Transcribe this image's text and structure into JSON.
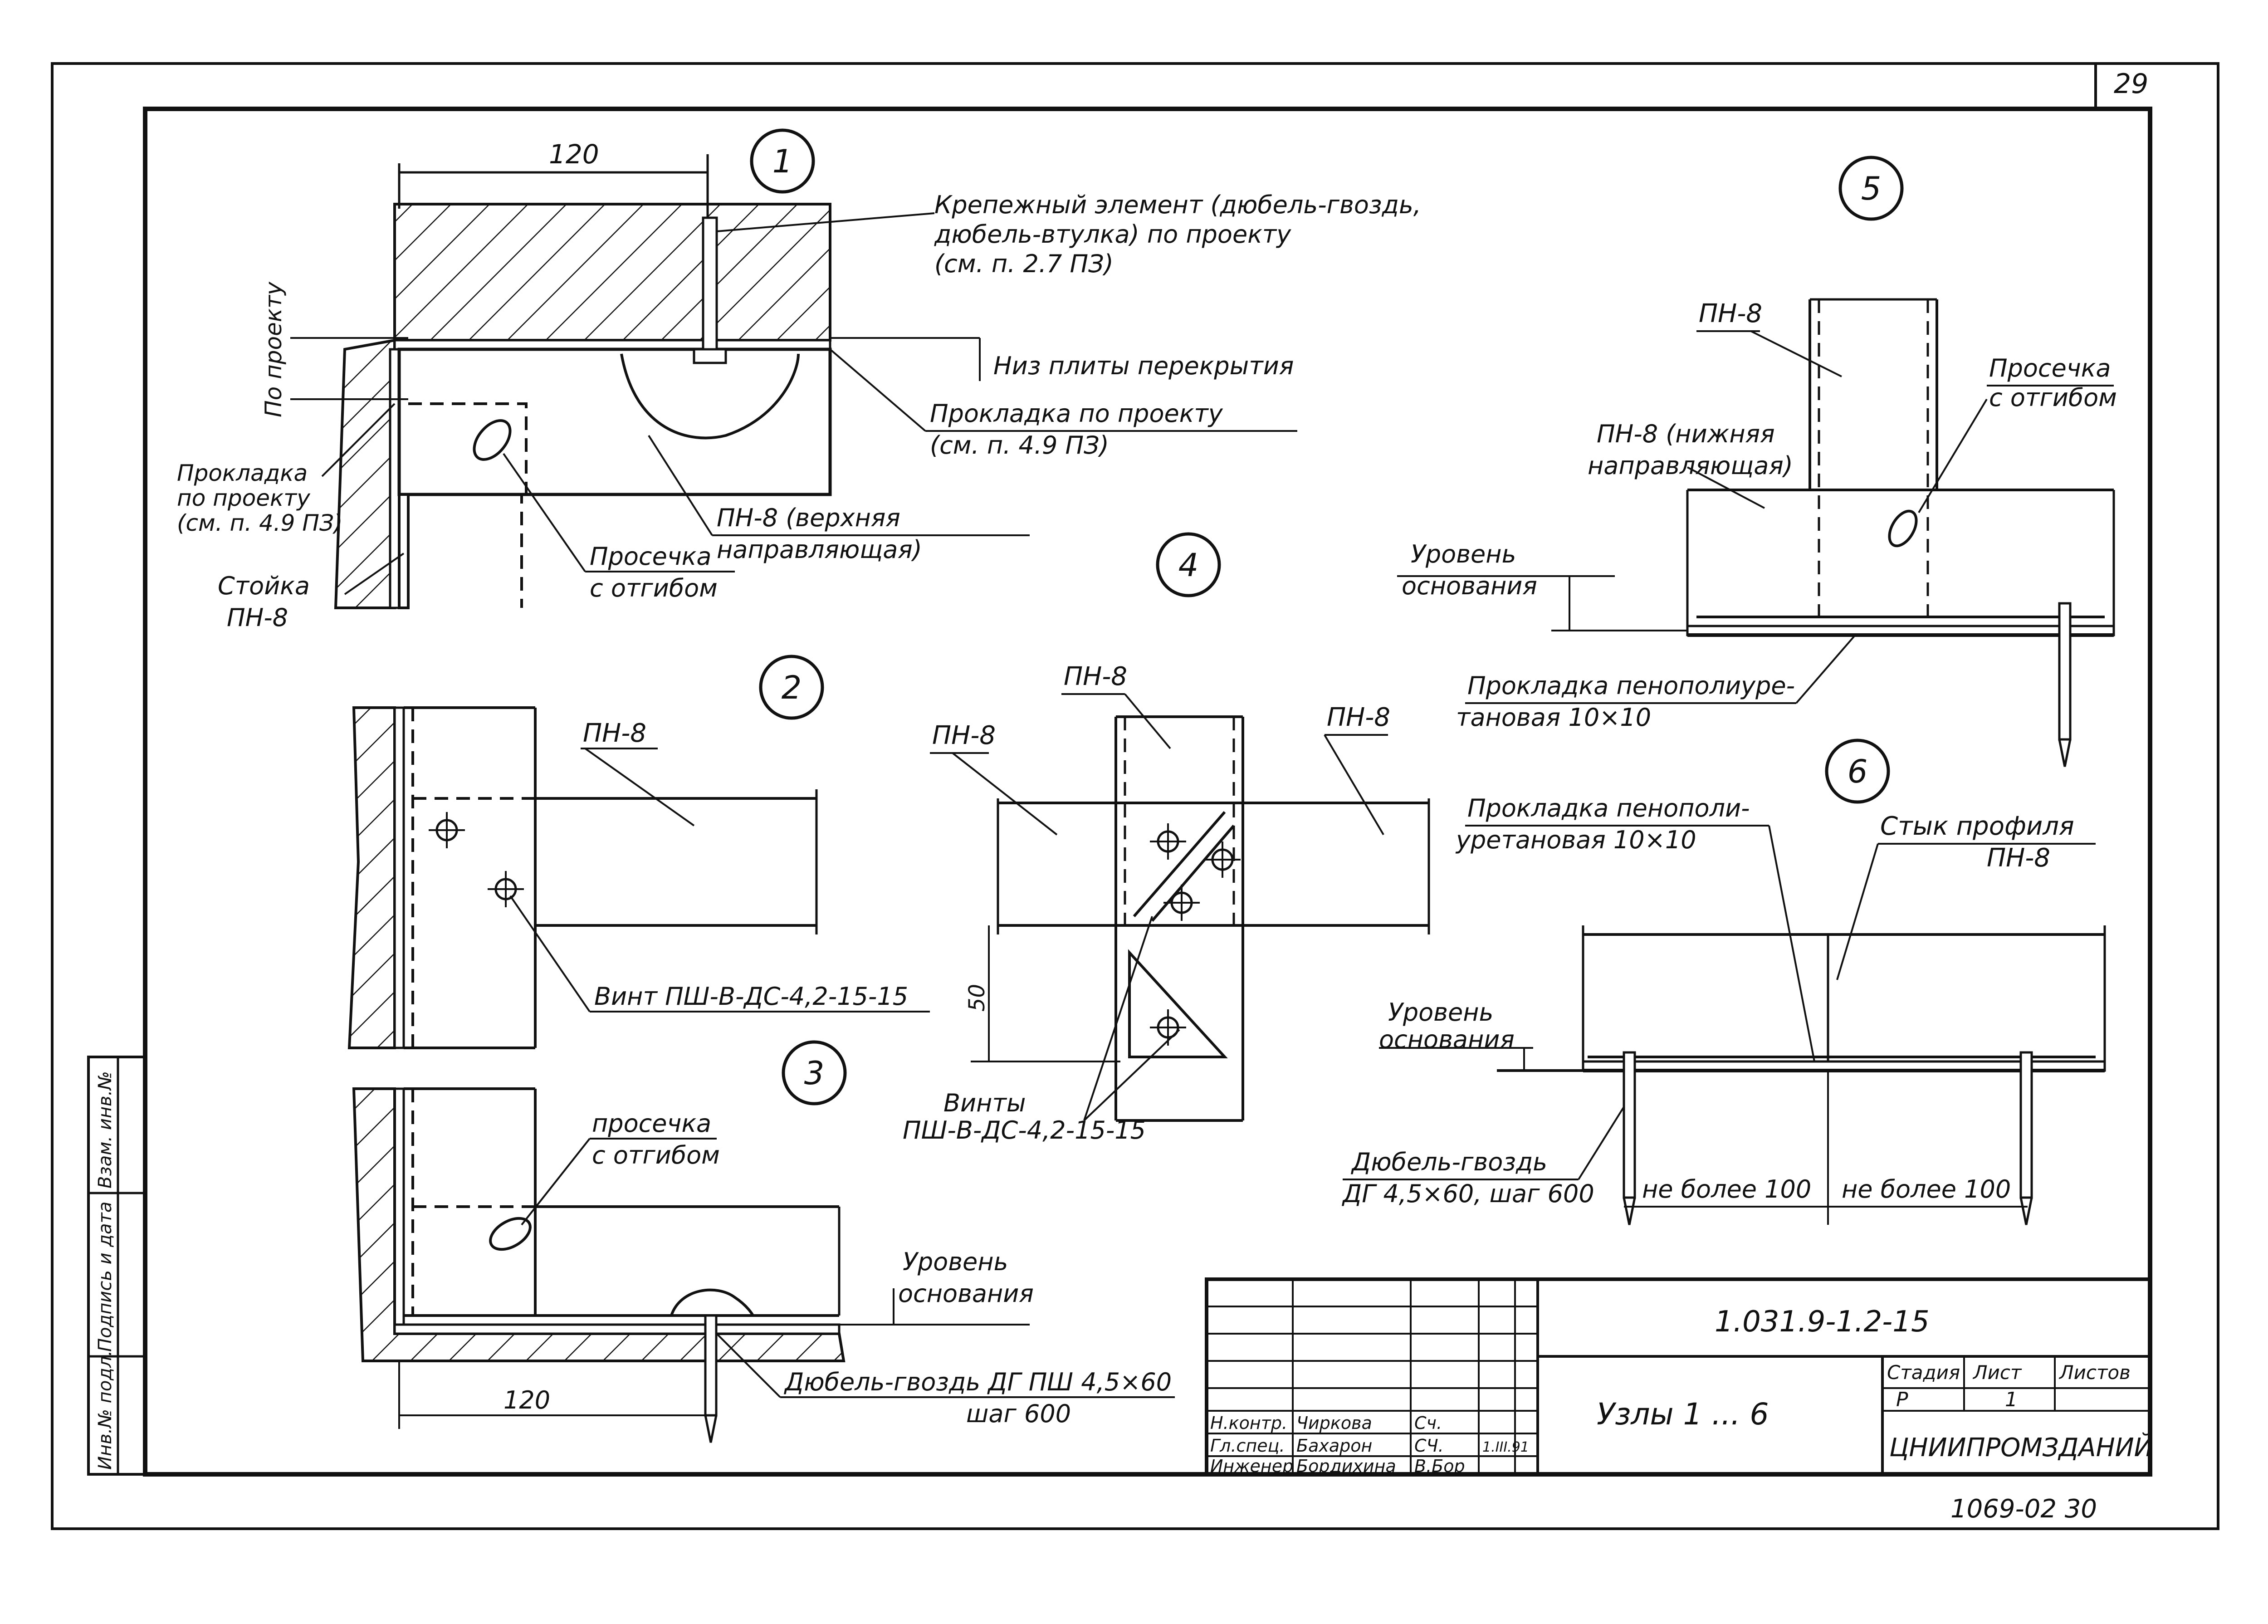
{
  "sheet": {
    "page_number": "29",
    "bottom_code": "1069-02 30",
    "side_stamp": [
      "Инв.№ подл.",
      "Подпись и дата",
      "Взам. инв.№"
    ]
  },
  "node_labels": [
    "1",
    "2",
    "3",
    "4",
    "5",
    "6"
  ],
  "node1": {
    "dim_top": "120",
    "fastener": [
      "Крепежный элемент (дюбель-гвоздь,",
      "дюбель-втулка) по проекту",
      "(см. п. 2.7 ПЗ)"
    ],
    "slab_bottom": "Низ плиты перекрытия",
    "gasket_top": [
      "Прокладка по проекту",
      "(см. п. 4.9 ПЗ)"
    ],
    "gasket_side": [
      "Прокладка",
      "по проекту",
      "(см. п. 4.9 ПЗ)"
    ],
    "dim_side": "По проекту",
    "upper_guide": [
      "ПН-8 (верхняя",
      "направляющая)"
    ],
    "notch": [
      "Просечка",
      "с отгибом"
    ],
    "post": [
      "Стойка",
      "ПН-8"
    ]
  },
  "node2": {
    "profile": "ПН-8",
    "screw": "Винт ПШ-В-ДС-4,2-15-15"
  },
  "node3": {
    "notch": [
      "просечка",
      "с отгибом"
    ],
    "base_level": [
      "Уровень",
      "основания"
    ],
    "dowel": [
      "Дюбель-гвоздь ДГ ПШ 4,5×60",
      "шаг 600"
    ],
    "dim_bottom": "120"
  },
  "node4": {
    "profile_top": "ПН-8",
    "profile_left": "ПН-8",
    "profile_right": "ПН-8",
    "dim": "50",
    "screws": [
      "Винты",
      "ПШ-В-ДС-4,2-15-15"
    ]
  },
  "node5": {
    "profile_top": "ПН-8",
    "lower_guide": [
      "ПН-8 (нижняя",
      "направляющая)"
    ],
    "notch": [
      "Просечка",
      "с отгибом"
    ],
    "base_level": [
      "Уровень",
      "основания"
    ],
    "gasket": [
      "Прокладка пенополиуре-",
      "тановая 10×10"
    ]
  },
  "node6": {
    "gasket": [
      "Прокладка пенополи-",
      "уретановая 10×10"
    ],
    "joint": [
      "Стык профиля",
      "ПН-8"
    ],
    "base_level": [
      "Уровень",
      "основания"
    ],
    "dowel": [
      "Дюбель-гвоздь",
      "ДГ 4,5×60, шаг 600"
    ],
    "dim_left": "не более 100",
    "dim_right": "не более 100"
  },
  "title_block": {
    "doc_number": "1.031.9-1.2-15",
    "title": "Узлы 1 ... 6",
    "stage_header": "Стадия",
    "sheet_header": "Лист",
    "sheets_header": "Листов",
    "stage": "Р",
    "sheet": "1",
    "org": "ЦНИИПРОМЗДАНИЙ",
    "rows": [
      {
        "role": "Н.контр.",
        "name": "Чиркова",
        "sign": "Сч.",
        "date": ""
      },
      {
        "role": "Гл.спец.",
        "name": "Бахарон",
        "sign": "СЧ.",
        "date": "1.III.91"
      },
      {
        "role": "Инженер",
        "name": "Бордихина",
        "sign": "В.Бор",
        "date": ""
      }
    ]
  }
}
